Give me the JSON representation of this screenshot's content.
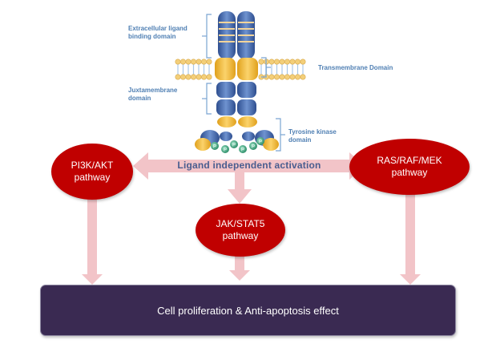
{
  "receptor": {
    "extracellular_label": "Extracellular ligand\nbinding domain",
    "transmembrane_label": "Transmembrane Domain",
    "juxtamembrane_label": "Juxtamembrane\ndomain",
    "kinase_label": "Tyrosine kinase\ndomain",
    "phospho_label": "P"
  },
  "pathways": {
    "pi3k": "PI3K/AKT\npathway",
    "ras": "RAS/RAF/MEK\npathway",
    "jak": "JAK/STAT5\npathway"
  },
  "activation_label": "Ligand independent activation",
  "outcome_label": "Cell proliferation & Anti-apoptosis effect",
  "colors": {
    "pathway_fill": "#c00000",
    "arrow_fill": "#f2c4c8",
    "outcome_fill": "#3a2a52",
    "label_text": "#4f7fb3"
  }
}
